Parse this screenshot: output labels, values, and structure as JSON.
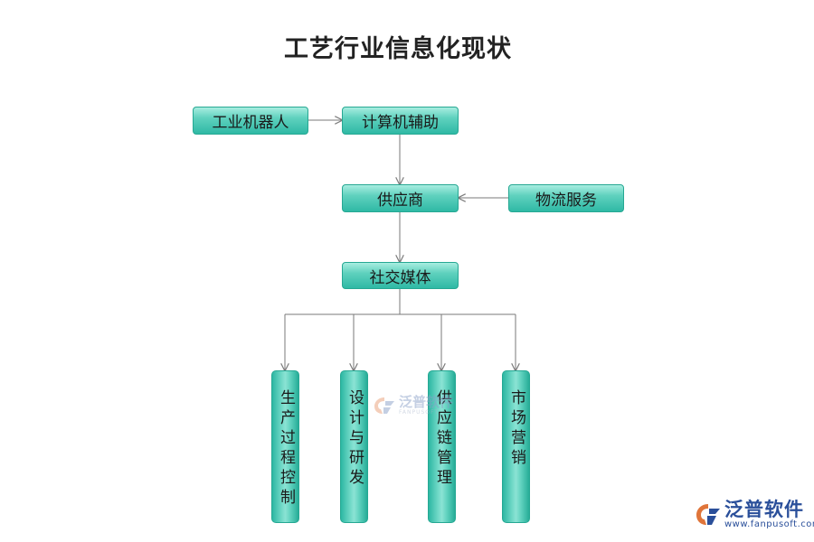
{
  "title": "工艺行业信息化现状",
  "nodes": {
    "robot": "工业机器人",
    "cad": "计算机辅助",
    "supplier": "供应商",
    "logistics": "物流服务",
    "social": "社交媒体",
    "production": "生产过程控制",
    "design": "设计与研发",
    "supply_chain": "供应链管理",
    "marketing": "市场营销"
  },
  "watermark": {
    "name": "泛普软件",
    "url": "www.fanpusoft.com",
    "center_name": "泛普软件",
    "center_url": "FANPUSOFT"
  },
  "colors": {
    "node_fill": "#5fd1be",
    "node_border": "#26a893",
    "connector": "#7a7a7a",
    "logo": "#2a4f9a"
  }
}
